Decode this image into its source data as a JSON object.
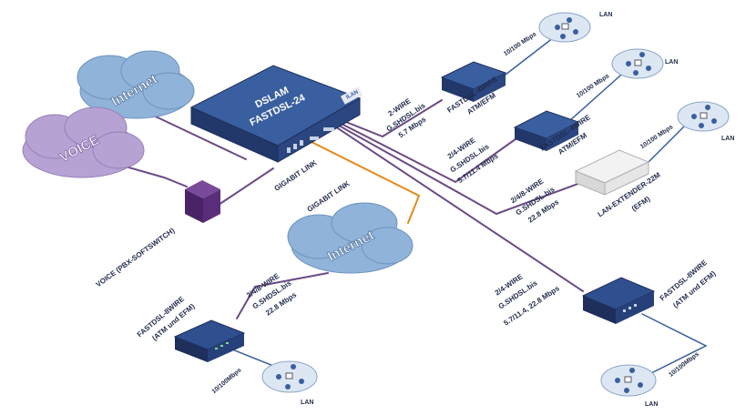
{
  "colors": {
    "device_blue": "#2f4f8f",
    "device_dark": "#1e2f5c",
    "cloud_internet": "#8fb3d9",
    "cloud_voice": "#b7a2d4",
    "pbx_purple": "#5a2d7a",
    "line_purple": "#6a4a86",
    "line_orange": "#e08a1a",
    "line_blue": "#3a5fa0",
    "lan_bubble": "#dde7f3"
  },
  "dslam": {
    "line1": "DSLAM",
    "line2": "FASTDSL-24",
    "logo": "ILAN"
  },
  "clouds": {
    "internet_top": "Internet",
    "voice": "VOICE",
    "internet_mid": "Internet"
  },
  "links": {
    "gigabit_1": "GIGABIT LINK",
    "gigabit_2": "GIGABIT LINK",
    "voice_pbx": "VOICE  (PBX-SOFTSWITCH)"
  },
  "branches": {
    "b1": {
      "wire": [
        "2-WIRE",
        "G.SHDSL.bis",
        "5.7 Mbps"
      ],
      "device": [
        "FASTDSL-4WIRE",
        "ATM/EFM"
      ],
      "speed": "10/100 Mbps",
      "lan": "LAN"
    },
    "b2": {
      "wire": [
        "2/4-WIRE",
        "G.SHDSL.bis",
        "5.7/11.4 Mbps"
      ],
      "device": [
        "FASTDSL-4WIRE",
        "ATM/EFM"
      ],
      "speed": "10/100 Mbps",
      "lan": "LAN"
    },
    "b3": {
      "wire": [
        "2/4/8-WIRE",
        "G.SHDSL.bis",
        "22.8 Mbps"
      ],
      "device": [
        "LAN-EXTENDER-22M",
        "(EFM)"
      ],
      "speed": "10/100 Mbps",
      "lan": "LAN"
    },
    "b4": {
      "wire": [
        "2/4-WIRE",
        "G.SHDSL.bis",
        "5.7/11.4, 22.8  Mbps"
      ],
      "device": [
        "FASTDSL-8WIRE",
        "(ATM und EFM)"
      ],
      "speed": "10/100Mbps",
      "lan": "LAN"
    },
    "b5": {
      "wire": [
        "2/4/8-WIRE",
        "G.SHDSL.bis",
        "22.8 Mbps"
      ],
      "device": [
        "FASTDSL-8WIRE",
        "(ATM und EFM)"
      ],
      "speed": "10/100Mbps",
      "lan": "LAN"
    }
  }
}
